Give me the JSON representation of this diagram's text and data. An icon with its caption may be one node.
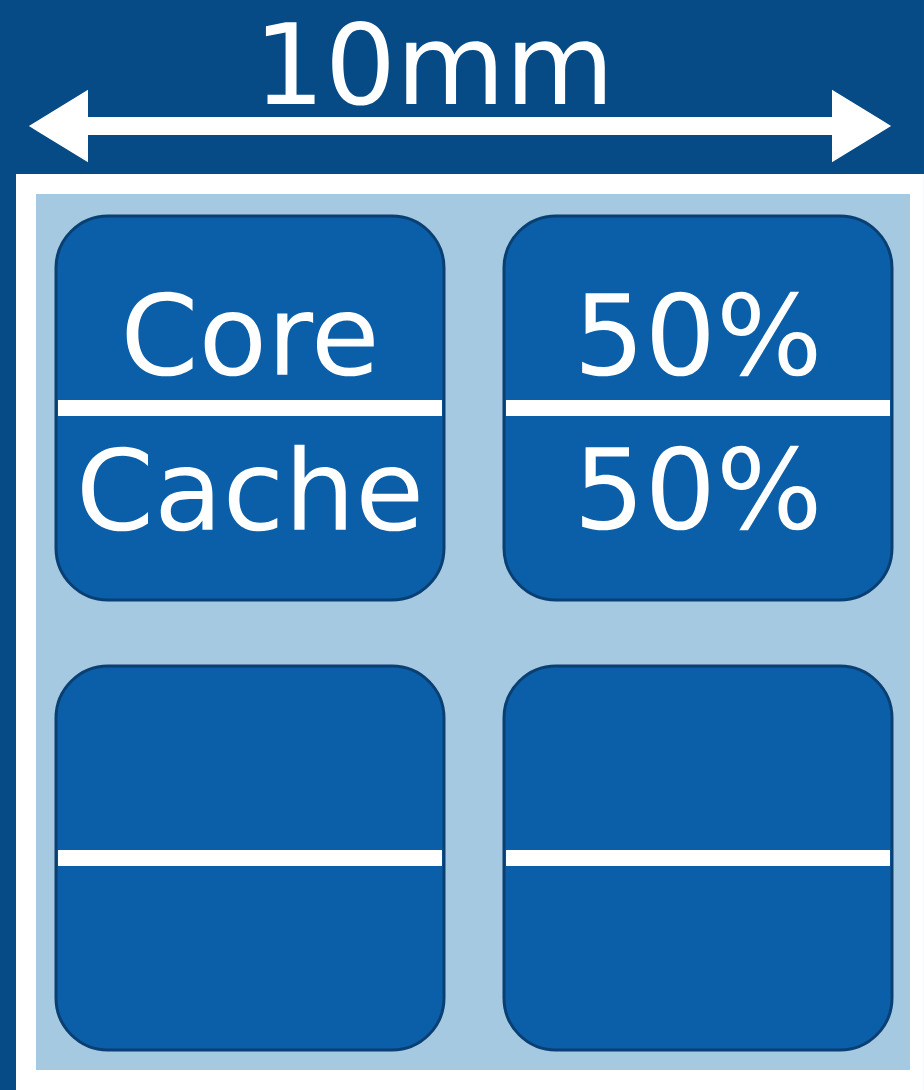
{
  "diagram": {
    "nodes": [
      {
        "text": [],
        "shape": "box"
      },
      {
        "text": [
          "Core",
          "Cache"
        ],
        "in": 0
      },
      {
        "text": [
          "50%",
          "50%"
        ],
        "in": 0
      },
      {
        "text": [],
        "shape": "box",
        "in": 0
      },
      {
        "text": [],
        "shape": "box",
        "in": 0
      }
    ],
    "labels": [
      "10mm"
    ]
  }
}
